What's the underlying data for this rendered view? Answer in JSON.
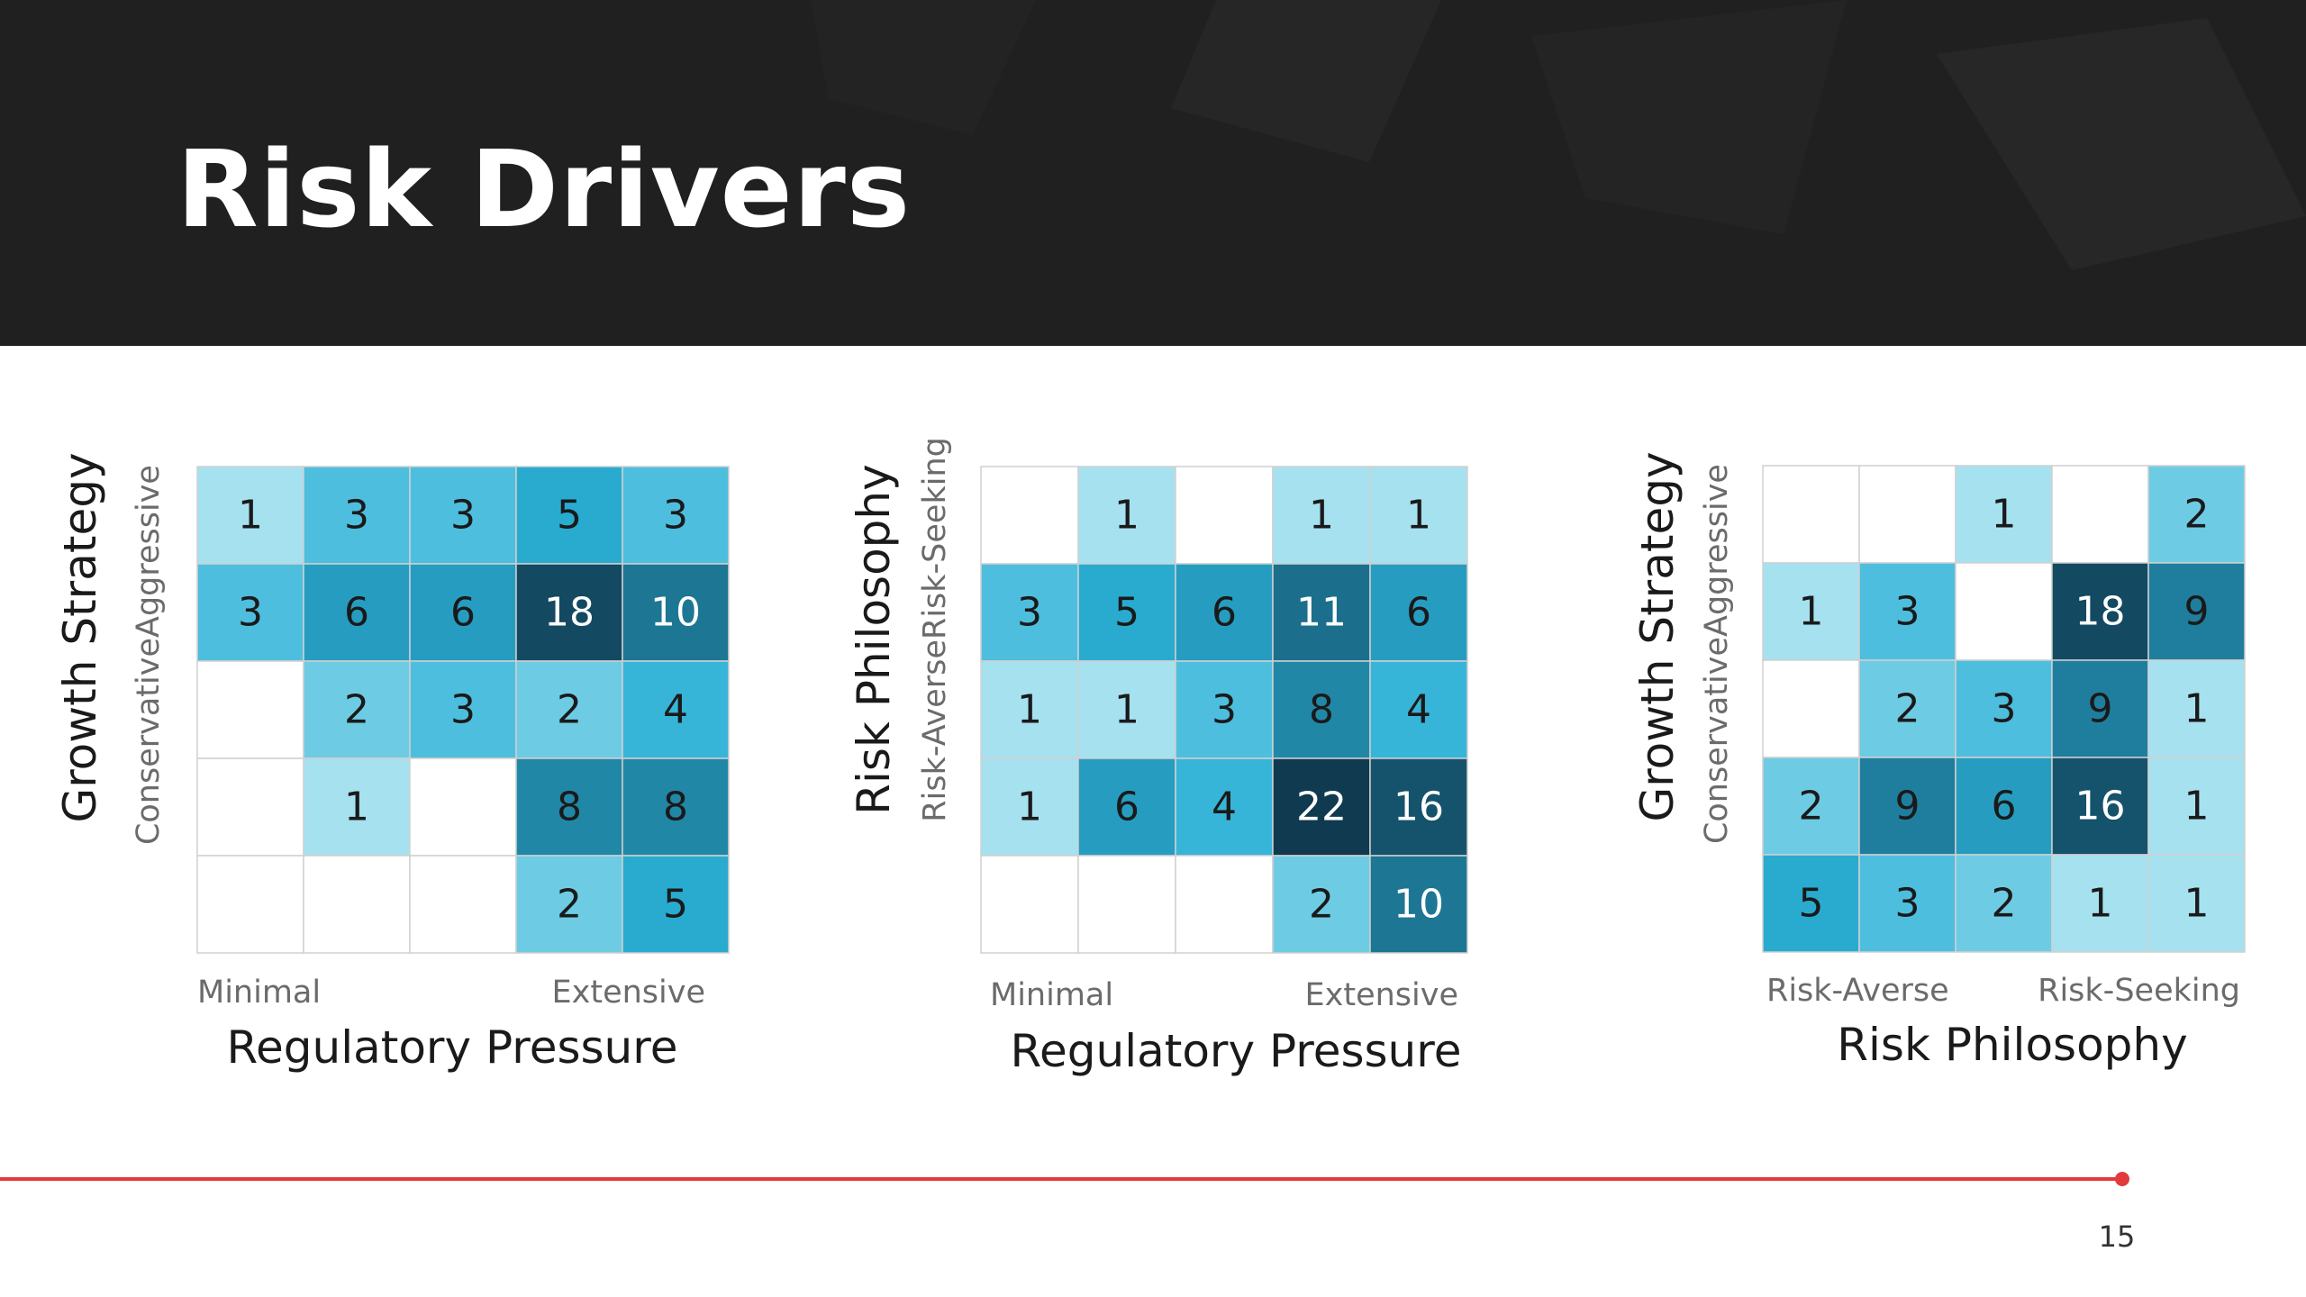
{
  "slide": {
    "title": "Risk Drivers",
    "page_number": "15",
    "accent_color": "#e23b3b",
    "header_color": "#202020"
  },
  "colors": {
    "empty": "#ffffff",
    "gridline": "#d0d0d0",
    "scale_low": "#a6e1f0",
    "scale_mid": "#2ab0d6",
    "scale_high": "#0f3a4f",
    "text_dark": "#1a1a1a",
    "text_light": "#ffffff"
  },
  "chart_data": [
    {
      "type": "heatmap",
      "xlabel": "Regulatory Pressure",
      "ylabel": "Growth Strategy",
      "x_tick_low": "Minimal",
      "x_tick_high": "Extensive",
      "y_tick_low": "Conservative",
      "y_tick_high": "Aggressive",
      "values": [
        [
          1,
          3,
          3,
          5,
          3
        ],
        [
          3,
          6,
          6,
          18,
          10
        ],
        [
          null,
          2,
          3,
          2,
          4
        ],
        [
          null,
          1,
          null,
          8,
          8
        ],
        [
          null,
          null,
          null,
          2,
          5
        ]
      ]
    },
    {
      "type": "heatmap",
      "xlabel": "Regulatory Pressure",
      "ylabel": "Risk Philosophy",
      "x_tick_low": "Minimal",
      "x_tick_high": "Extensive",
      "y_tick_low": "Risk-Averse",
      "y_tick_high": "Risk-Seeking",
      "values": [
        [
          null,
          1,
          null,
          1,
          1
        ],
        [
          3,
          5,
          6,
          11,
          6
        ],
        [
          1,
          1,
          3,
          8,
          4
        ],
        [
          1,
          6,
          4,
          22,
          16
        ],
        [
          null,
          null,
          null,
          2,
          10
        ]
      ]
    },
    {
      "type": "heatmap",
      "xlabel": "Risk Philosophy",
      "ylabel": "Growth Strategy",
      "x_tick_low": "Risk-Averse",
      "x_tick_high": "Risk-Seeking",
      "y_tick_low": "Conservative",
      "y_tick_high": "Aggressive",
      "values": [
        [
          null,
          null,
          1,
          null,
          2
        ],
        [
          1,
          3,
          null,
          18,
          9
        ],
        [
          null,
          2,
          3,
          9,
          1
        ],
        [
          2,
          9,
          6,
          16,
          1
        ],
        [
          5,
          3,
          2,
          1,
          1
        ]
      ]
    }
  ]
}
